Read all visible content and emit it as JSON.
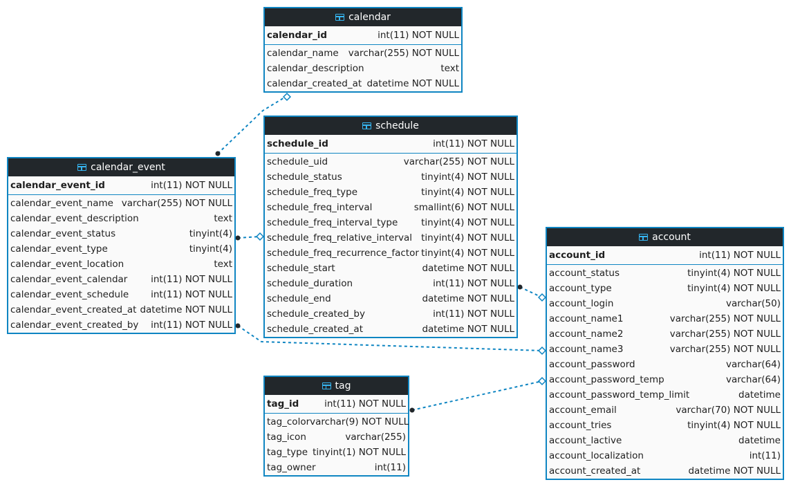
{
  "colors": {
    "header_bg": "#22272b",
    "border": "#0e85c2",
    "link": "#0e85c2",
    "icon": "#36b6f2"
  },
  "tables": {
    "calendar": {
      "name": "calendar",
      "pk": {
        "name": "calendar_id",
        "type": "int(11) NOT NULL"
      },
      "columns": [
        {
          "name": "calendar_name",
          "type": "varchar(255) NOT NULL"
        },
        {
          "name": "calendar_description",
          "type": "text"
        },
        {
          "name": "calendar_created_at",
          "type": "datetime NOT NULL"
        }
      ]
    },
    "schedule": {
      "name": "schedule",
      "pk": {
        "name": "schedule_id",
        "type": "int(11) NOT NULL"
      },
      "columns": [
        {
          "name": "schedule_uid",
          "type": "varchar(255) NOT NULL"
        },
        {
          "name": "schedule_status",
          "type": "tinyint(4) NOT NULL"
        },
        {
          "name": "schedule_freq_type",
          "type": "tinyint(4) NOT NULL"
        },
        {
          "name": "schedule_freq_interval",
          "type": "smallint(6) NOT NULL"
        },
        {
          "name": "schedule_freq_interval_type",
          "type": "tinyint(4) NOT NULL"
        },
        {
          "name": "schedule_freq_relative_interval",
          "type": "tinyint(4) NOT NULL"
        },
        {
          "name": "schedule_freq_recurrence_factor",
          "type": "tinyint(4) NOT NULL"
        },
        {
          "name": "schedule_start",
          "type": "datetime NOT NULL"
        },
        {
          "name": "schedule_duration",
          "type": "int(11) NOT NULL"
        },
        {
          "name": "schedule_end",
          "type": "datetime NOT NULL"
        },
        {
          "name": "schedule_created_by",
          "type": "int(11) NOT NULL"
        },
        {
          "name": "schedule_created_at",
          "type": "datetime NOT NULL"
        }
      ]
    },
    "calendar_event": {
      "name": "calendar_event",
      "pk": {
        "name": "calendar_event_id",
        "type": "int(11) NOT NULL"
      },
      "columns": [
        {
          "name": "calendar_event_name",
          "type": "varchar(255) NOT NULL"
        },
        {
          "name": "calendar_event_description",
          "type": "text"
        },
        {
          "name": "calendar_event_status",
          "type": "tinyint(4)"
        },
        {
          "name": "calendar_event_type",
          "type": "tinyint(4)"
        },
        {
          "name": "calendar_event_location",
          "type": "text"
        },
        {
          "name": "calendar_event_calendar",
          "type": "int(11) NOT NULL"
        },
        {
          "name": "calendar_event_schedule",
          "type": "int(11) NOT NULL"
        },
        {
          "name": "calendar_event_created_at",
          "type": "datetime NOT NULL"
        },
        {
          "name": "calendar_event_created_by",
          "type": "int(11) NOT NULL"
        }
      ]
    },
    "account": {
      "name": "account",
      "pk": {
        "name": "account_id",
        "type": "int(11) NOT NULL"
      },
      "columns": [
        {
          "name": "account_status",
          "type": "tinyint(4) NOT NULL"
        },
        {
          "name": "account_type",
          "type": "tinyint(4) NOT NULL"
        },
        {
          "name": "account_login",
          "type": "varchar(50)"
        },
        {
          "name": "account_name1",
          "type": "varchar(255) NOT NULL"
        },
        {
          "name": "account_name2",
          "type": "varchar(255) NOT NULL"
        },
        {
          "name": "account_name3",
          "type": "varchar(255) NOT NULL"
        },
        {
          "name": "account_password",
          "type": "varchar(64)"
        },
        {
          "name": "account_password_temp",
          "type": "varchar(64)"
        },
        {
          "name": "account_password_temp_limit",
          "type": "datetime"
        },
        {
          "name": "account_email",
          "type": "varchar(70) NOT NULL"
        },
        {
          "name": "account_tries",
          "type": "tinyint(4) NOT NULL"
        },
        {
          "name": "account_lactive",
          "type": "datetime"
        },
        {
          "name": "account_localization",
          "type": "int(11)"
        },
        {
          "name": "account_created_at",
          "type": "datetime NOT NULL"
        }
      ]
    },
    "tag": {
      "name": "tag",
      "pk": {
        "name": "tag_id",
        "type": "int(11) NOT NULL"
      },
      "columns": [
        {
          "name": "tag_color",
          "type": "varchar(9) NOT NULL"
        },
        {
          "name": "tag_icon",
          "type": "varchar(255)"
        },
        {
          "name": "tag_type",
          "type": "tinyint(1) NOT NULL"
        },
        {
          "name": "tag_owner",
          "type": "int(11)"
        }
      ]
    }
  }
}
